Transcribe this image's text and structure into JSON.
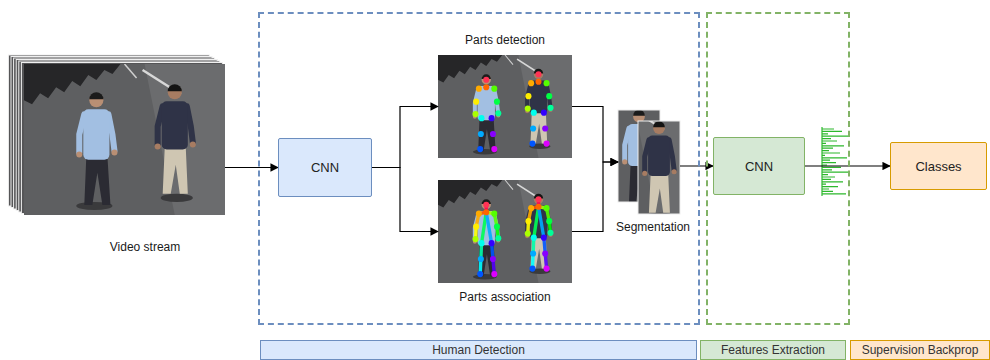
{
  "diagram": {
    "nodes": [
      {
        "text": [
          "Video stream"
        ]
      },
      {
        "text": [
          "Human Detection"
        ]
      },
      {
        "text": [
          "CNN"
        ],
        "in": 1
      },
      {
        "text": [
          "Parts detection"
        ],
        "in": 1
      },
      {
        "text": [
          "Parts association"
        ],
        "in": 1
      },
      {
        "text": [
          "Segmentation"
        ],
        "in": 1
      },
      {
        "text": [
          "Features Extraction"
        ]
      },
      {
        "text": [
          "CNN"
        ],
        "in": 6
      },
      {
        "text": [
          "Classes"
        ]
      },
      {
        "text": [
          "Supervision Backprop"
        ]
      }
    ],
    "edges": [
      {
        "from": 0,
        "to": 2,
        "arrow": "to"
      },
      {
        "from": 2,
        "to": 3,
        "arrow": "to"
      },
      {
        "from": 2,
        "to": 4,
        "arrow": "to"
      },
      {
        "from": 3,
        "to": 5,
        "arrow": "to"
      },
      {
        "from": 4,
        "to": 5,
        "arrow": "to"
      },
      {
        "from": 5,
        "to": 7,
        "arrow": "to"
      },
      {
        "from": 7,
        "to": 8,
        "arrow": "to"
      }
    ]
  }
}
